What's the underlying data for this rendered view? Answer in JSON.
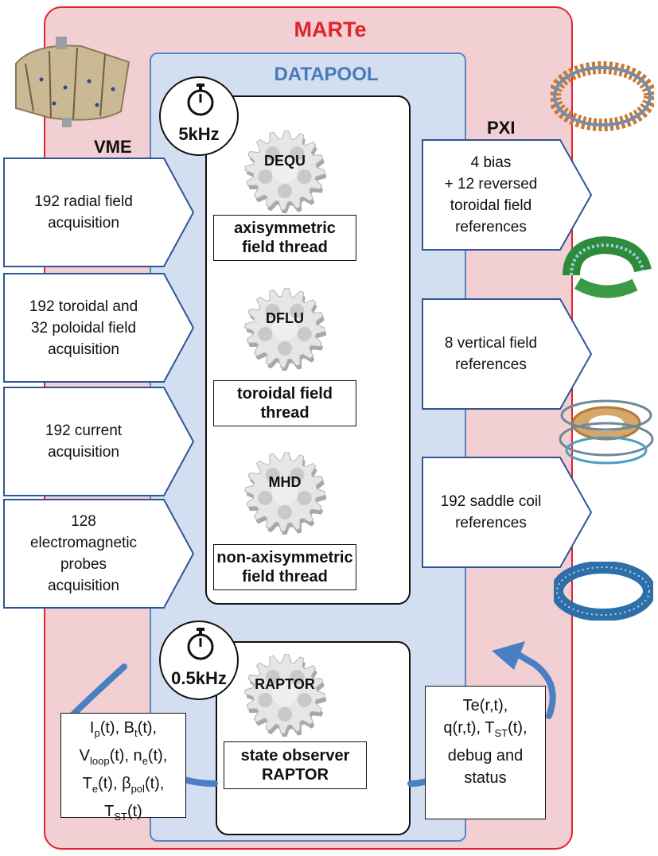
{
  "marte": {
    "title": "MARTe"
  },
  "datapool": {
    "title": "DATAPOOL"
  },
  "vme": {
    "label": "VME",
    "inputs": [
      {
        "lines": [
          "192 radial field",
          "acquisition"
        ]
      },
      {
        "lines": [
          "192 toroidal and",
          "32 poloidal field",
          "acquisition"
        ]
      },
      {
        "lines": [
          "192 current",
          "acquisition"
        ]
      },
      {
        "lines": [
          "128",
          "electromagnetic",
          "probes",
          "acquisition"
        ]
      }
    ]
  },
  "pxi": {
    "label": "PXI",
    "outputs": [
      {
        "lines": [
          "4 bias",
          "+ 12 reversed",
          "toroidal field",
          "references"
        ]
      },
      {
        "lines": [
          "8 vertical field",
          "references"
        ]
      },
      {
        "lines": [
          "192 saddle coil",
          "references"
        ]
      }
    ]
  },
  "fast_loop": {
    "rate": "5kHz",
    "threads": [
      {
        "gear": "DEQU",
        "lines": [
          "axisymmetric",
          "field thread"
        ]
      },
      {
        "gear": "DFLU",
        "lines": [
          "toroidal field",
          "thread"
        ]
      },
      {
        "gear": "MHD",
        "lines": [
          "non-axisymmetric",
          "field thread"
        ]
      }
    ]
  },
  "slow_loop": {
    "rate": "0.5kHz",
    "thread": {
      "gear": "RAPTOR",
      "lines": [
        "state observer",
        "RAPTOR"
      ]
    }
  },
  "raptor_inputs": {
    "lines": [
      [
        {
          "t": "I"
        },
        {
          "sub": "p"
        },
        {
          "t": "(t), B"
        },
        {
          "sub": "t"
        },
        {
          "t": "(t),"
        }
      ],
      [
        {
          "t": "V"
        },
        {
          "sub": "loop"
        },
        {
          "t": "(t), n"
        },
        {
          "sub": "e"
        },
        {
          "t": "(t),"
        }
      ],
      [
        {
          "t": "T"
        },
        {
          "sub": "e"
        },
        {
          "t": "(t), β"
        },
        {
          "sub": "pol"
        },
        {
          "t": "(t),"
        }
      ],
      [
        {
          "t": "T"
        },
        {
          "sub": "ST"
        },
        {
          "t": "(t)"
        }
      ]
    ]
  },
  "raptor_outputs": {
    "lines": [
      [
        {
          "t": "Te(r,t),"
        }
      ],
      [
        {
          "t": "q(r,t), T"
        },
        {
          "sub": "ST"
        },
        {
          "t": "(t),"
        }
      ],
      [
        {
          "t": "debug and"
        }
      ],
      [
        {
          "t": "status"
        }
      ]
    ]
  },
  "colors": {
    "marte_fill": "#f2cfd2",
    "marte_border": "#e0242b",
    "datapool_fill": "#d3dff0",
    "datapool_border": "#5a86c2",
    "feedback_arrow": "#4a7fc4",
    "gear": "#e6e6e6"
  },
  "icons": {
    "clock": "stopwatch-icon",
    "gear": "gear-icon",
    "hardware": [
      "vacuum-vessel-icon",
      "toroidal-coil-icon",
      "vertical-coil-icon",
      "poloidal-coil-icon",
      "saddle-coil-icon"
    ]
  }
}
